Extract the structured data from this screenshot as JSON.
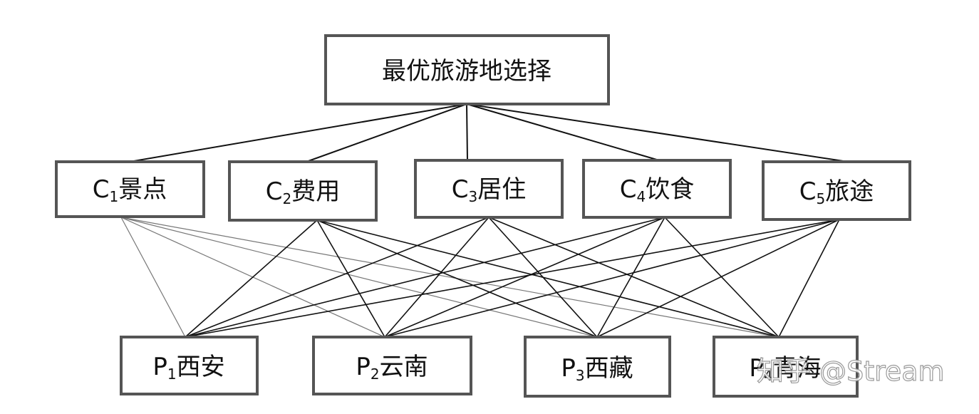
{
  "goal": {
    "text": "最优旅游地选择"
  },
  "criteria": [
    {
      "letter": "C",
      "sub": "1",
      "name": "景点"
    },
    {
      "letter": "C",
      "sub": "2",
      "name": "费用"
    },
    {
      "letter": "C",
      "sub": "3",
      "name": "居住"
    },
    {
      "letter": "C",
      "sub": "4",
      "name": "饮食"
    },
    {
      "letter": "C",
      "sub": "5",
      "name": "旅途"
    }
  ],
  "alternatives": [
    {
      "letter": "P",
      "sub": "1",
      "name": "西安"
    },
    {
      "letter": "P",
      "sub": "2",
      "name": "云南"
    },
    {
      "letter": "P",
      "sub": "3",
      "name": "西藏"
    },
    {
      "letter": "P",
      "sub": "4",
      "name": "青海"
    }
  ],
  "watermark": {
    "text": "知乎 @Stream"
  },
  "colors": {
    "border": "#555555",
    "line": "#111111",
    "light_line": "#777777"
  }
}
